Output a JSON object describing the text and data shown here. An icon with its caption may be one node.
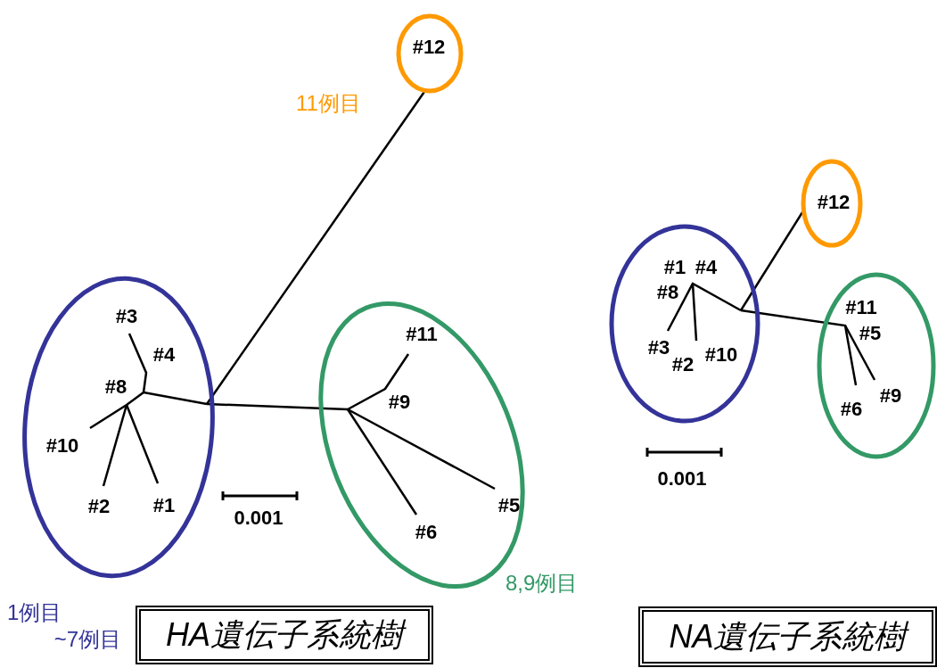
{
  "diagram": {
    "nodes": [
      {
        "text": [
          "#3",
          "#4",
          "#8",
          "#10",
          "#2",
          "#1"
        ],
        "beside": [
          "1例目 ~7例目"
        ]
      },
      {
        "text": [
          "#12"
        ],
        "beside": [
          "11例目"
        ]
      },
      {
        "text": [
          "#11",
          "#9",
          "#5",
          "#6"
        ],
        "beside": [
          "8,9例目"
        ]
      },
      {
        "text": [
          "HA遺伝子系統樹"
        ]
      },
      {
        "text": [
          "#12"
        ]
      },
      {
        "text": [
          "#1",
          "#4",
          "#8",
          "#3",
          "#2",
          "#10"
        ]
      },
      {
        "text": [
          "#11",
          "#5",
          "#6",
          "#9"
        ]
      },
      {
        "text": [
          "NA遺伝子系統樹"
        ]
      }
    ],
    "labels": [
      "0.001",
      "0.001"
    ]
  }
}
